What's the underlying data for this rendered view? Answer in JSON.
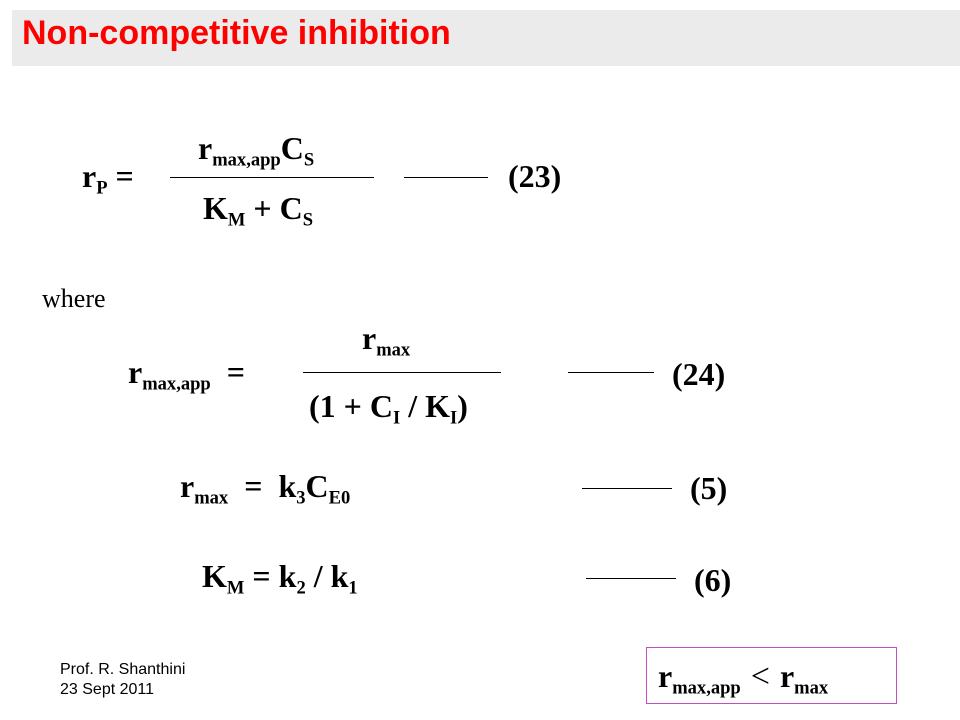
{
  "title": "Non-competitive inhibition",
  "where": "where",
  "eq23": {
    "lhs": "r",
    "lhs_sub": "P",
    "equals": "=",
    "num_r": "r",
    "num_r_sub": "max,app",
    "num_c": "C",
    "num_c_sub": "S",
    "den_k": "K",
    "den_k_sub": "M",
    "den_plus": "+ C",
    "den_c_sub": "S",
    "number": "(23)"
  },
  "eq24": {
    "lhs": "r",
    "lhs_sub": "max,app",
    "equals": "=",
    "num_r": "r",
    "num_r_sub": "max",
    "den_open": "(1 + C",
    "den_ci_sub": "I",
    "den_slash": "/ K",
    "den_ki_sub": "I",
    "den_close": ")",
    "number": "(24)"
  },
  "eq5": {
    "lhs": "r",
    "lhs_sub": "max",
    "equals": "=",
    "k": "k",
    "k_sub": "3",
    "c": "C",
    "c_sub": "E0",
    "number": "(5)"
  },
  "eq6": {
    "lhs": "K",
    "lhs_sub": "M",
    "equals": "= k",
    "k2_sub": "2",
    "slash": "/ k",
    "k1_sub": "1",
    "number": "(6)"
  },
  "comparison": {
    "left": "r",
    "left_sub": "max,app",
    "operator": "<",
    "right": "r",
    "right_sub": "max"
  },
  "footer": {
    "author": "Prof. R. Shanthini",
    "date": "23 Sept 2011"
  }
}
